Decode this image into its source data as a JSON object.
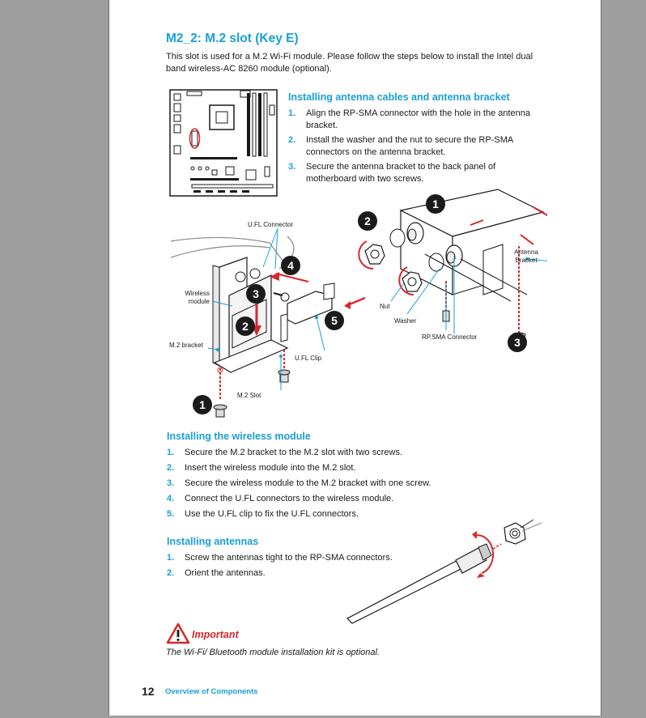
{
  "section": {
    "title": "M2_2: M.2 slot (Key E)",
    "intro": "This slot is used for a M.2 Wi-Fi module. Please follow the steps below to install the Intel dual band wireless-AC 8260 module (optional)."
  },
  "antenna_bracket": {
    "title": "Installing antenna cables and antenna bracket",
    "steps": [
      {
        "num": "1.",
        "text": "Align the RP-SMA connector with the hole in the antenna bracket."
      },
      {
        "num": "2.",
        "text": "Install the washer and the nut to secure the RP-SMA connectors on the antenna bracket."
      },
      {
        "num": "3.",
        "text": "Secure the antenna bracket to the back panel of motherboard with two screws."
      }
    ]
  },
  "figure_labels": {
    "ufl_connector": "U.FL Connector",
    "wireless_module": "Wireless module",
    "m2_bracket": "M.2 bracket",
    "m2_slot": "M.2 Slot",
    "ufl_clip": "U.FL Clip",
    "antenna_bracket": "Antenna Bracket",
    "nut": "Nut",
    "washer": "Washer",
    "rpsma_connector": "RP.SMA Connector",
    "step_numbers": [
      "1",
      "2",
      "3",
      "4",
      "5"
    ]
  },
  "wireless_module": {
    "title": "Installing the wireless module",
    "steps": [
      {
        "num": "1.",
        "text": "Secure the M.2 bracket to the M.2 slot with two screws."
      },
      {
        "num": "2.",
        "text": "Insert the wireless module into the M.2 slot."
      },
      {
        "num": "3.",
        "text": "Secure the wireless module to the M.2 bracket with one screw."
      },
      {
        "num": "4.",
        "text": "Connect the U.FL connectors to the wireless module."
      },
      {
        "num": "5.",
        "text": "Use the U.FL clip to fix the U.FL connectors."
      }
    ]
  },
  "antennas": {
    "title": "Installing antennas",
    "steps": [
      {
        "num": "1.",
        "text": "Screw the antennas tight to the RP-SMA connectors."
      },
      {
        "num": "2.",
        "text": "Orient the antennas."
      }
    ]
  },
  "important": {
    "label": "Important",
    "note": "The Wi-Fi/ Bluetooth module installation kit is optional."
  },
  "footer": {
    "page_number": "12",
    "section_title": "Overview of Components"
  },
  "colors": {
    "accent": "#19a0d6",
    "warning": "#d6282b",
    "page_bg": "#ffffff",
    "viewer_bg": "#9e9e9e"
  },
  "icons": [
    "warning-triangle-icon"
  ]
}
